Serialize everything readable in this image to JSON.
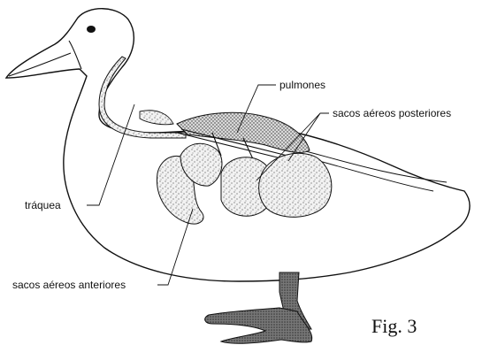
{
  "labels": {
    "pulmones": "pulmones",
    "sacos_posteriores": "sacos aéreos posteriores",
    "traquea": "tráquea",
    "sacos_anteriores": "sacos aéreos anteriores"
  },
  "figure_label": "Fig. 3"
}
